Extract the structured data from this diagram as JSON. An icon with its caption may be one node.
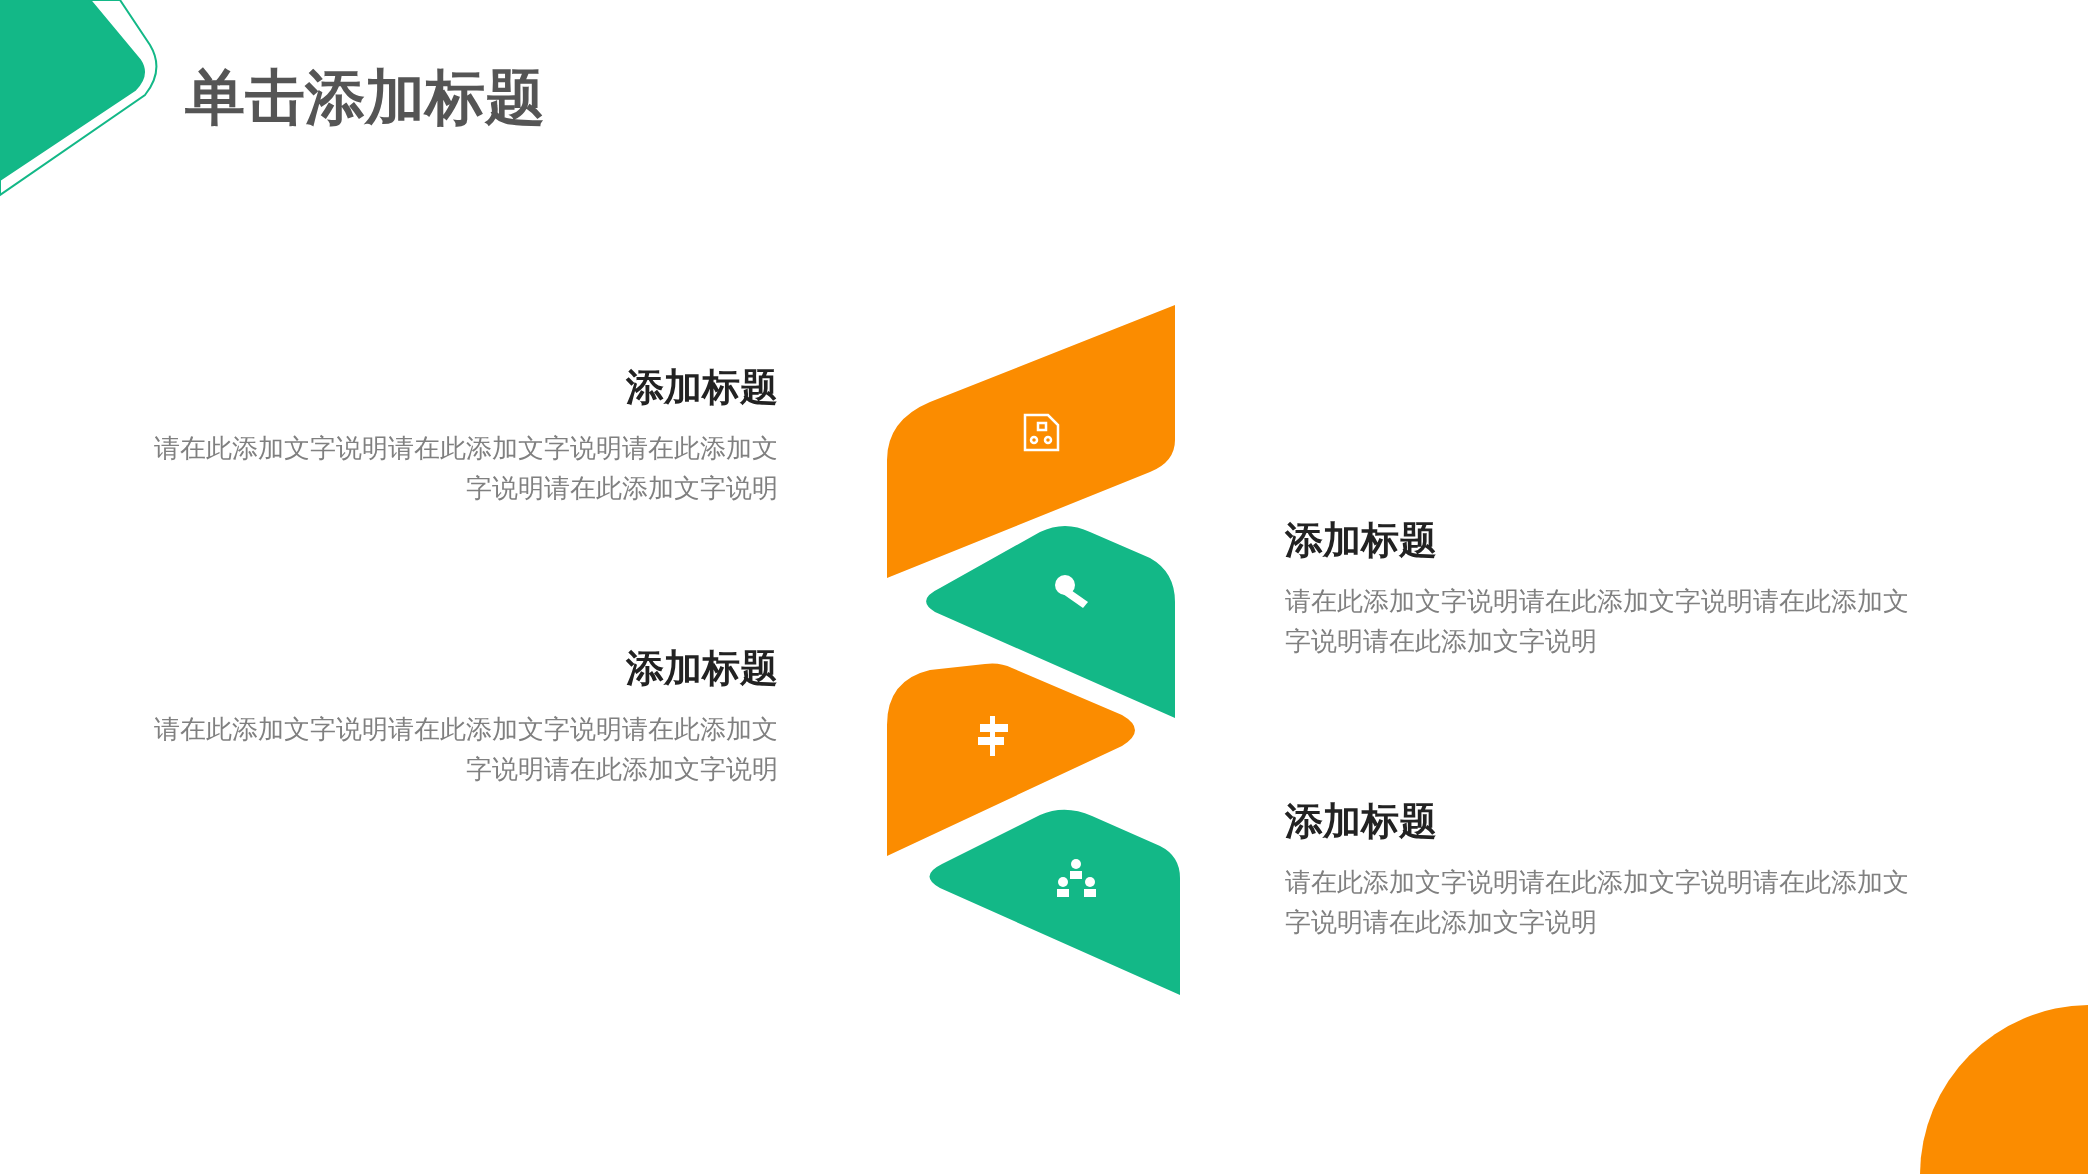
{
  "diagram": {
    "title": "单击添加标题",
    "labels": [
      "添加标题",
      "请在此添加文字说明请在此添加文字说明请在此添加文字说明请在此添加文字说明",
      "添加标题",
      "请在此添加文字说明请在此添加文字说明请在此添加文字说明请在此添加文字说明",
      "添加标题",
      "请在此添加文字说明请在此添加文字说明请在此添加文字说明请在此添加文字说明",
      "添加标题",
      "请在此添加文字说明请在此添加文字说明请在此添加文字说明请在此添加文字说明"
    ]
  }
}
